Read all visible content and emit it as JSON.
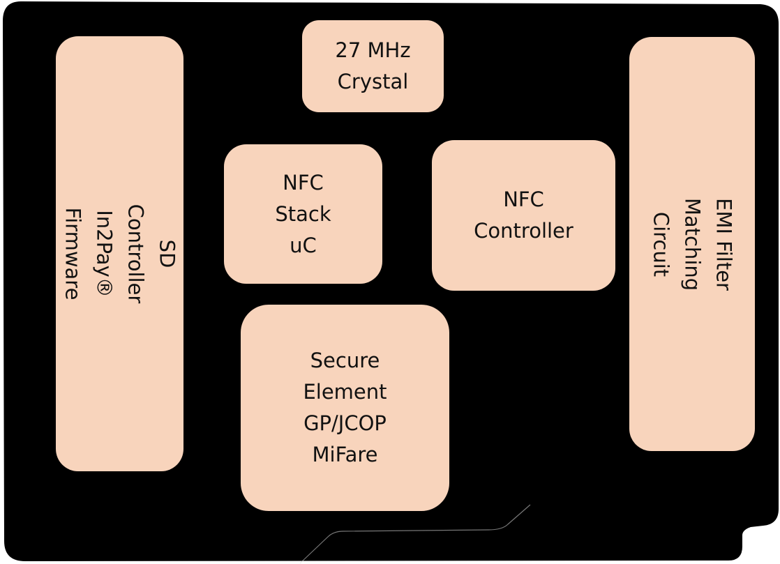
{
  "card": {
    "body_color": "#000000",
    "block_color": "#f8d4bc"
  },
  "blocks": {
    "sd_controller": {
      "text": "SD Controller\nIn2Pay® Firmware"
    },
    "crystal": {
      "text": "27 MHz\nCrystal"
    },
    "nfc_stack": {
      "text": "NFC\nStack\nuC"
    },
    "nfc_controller": {
      "text": "NFC\nController"
    },
    "secure_element": {
      "text": "Secure\nElement\nGP/JCOP\nMiFare"
    },
    "emi_filter": {
      "text": "EMI Filter\nMatching Circuit"
    }
  }
}
